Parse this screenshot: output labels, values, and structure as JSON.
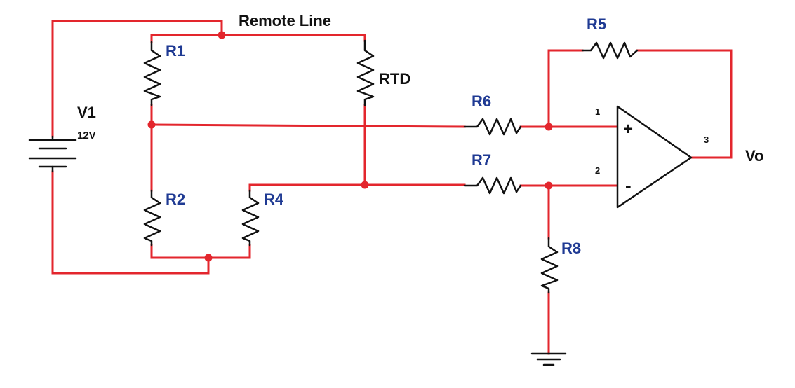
{
  "colors": {
    "wire": "#e3262d",
    "component": "#111111",
    "label_blue": "#1f3a93",
    "label_black": "#111111",
    "junction": "#e3262d"
  },
  "title": "Remote Line",
  "components": {
    "v1": {
      "name": "V1",
      "value": "12V",
      "icon": "battery-icon"
    },
    "r1": {
      "name": "R1",
      "icon": "resistor-icon"
    },
    "r2": {
      "name": "R2",
      "icon": "resistor-icon"
    },
    "r4": {
      "name": "R4",
      "icon": "resistor-icon"
    },
    "rtd": {
      "name": "RTD",
      "icon": "resistor-icon"
    },
    "r5": {
      "name": "R5",
      "icon": "resistor-icon"
    },
    "r6": {
      "name": "R6",
      "icon": "resistor-icon"
    },
    "r7": {
      "name": "R7",
      "icon": "resistor-icon"
    },
    "r8": {
      "name": "R8",
      "icon": "resistor-icon"
    },
    "opamp": {
      "icon": "op-amp-icon",
      "plus_sign": "+",
      "minus_sign": "-",
      "pin_noninverting": "1",
      "pin_inverting": "2",
      "pin_output": "3"
    },
    "ground": {
      "icon": "ground-icon"
    }
  },
  "output_label": "Vo"
}
